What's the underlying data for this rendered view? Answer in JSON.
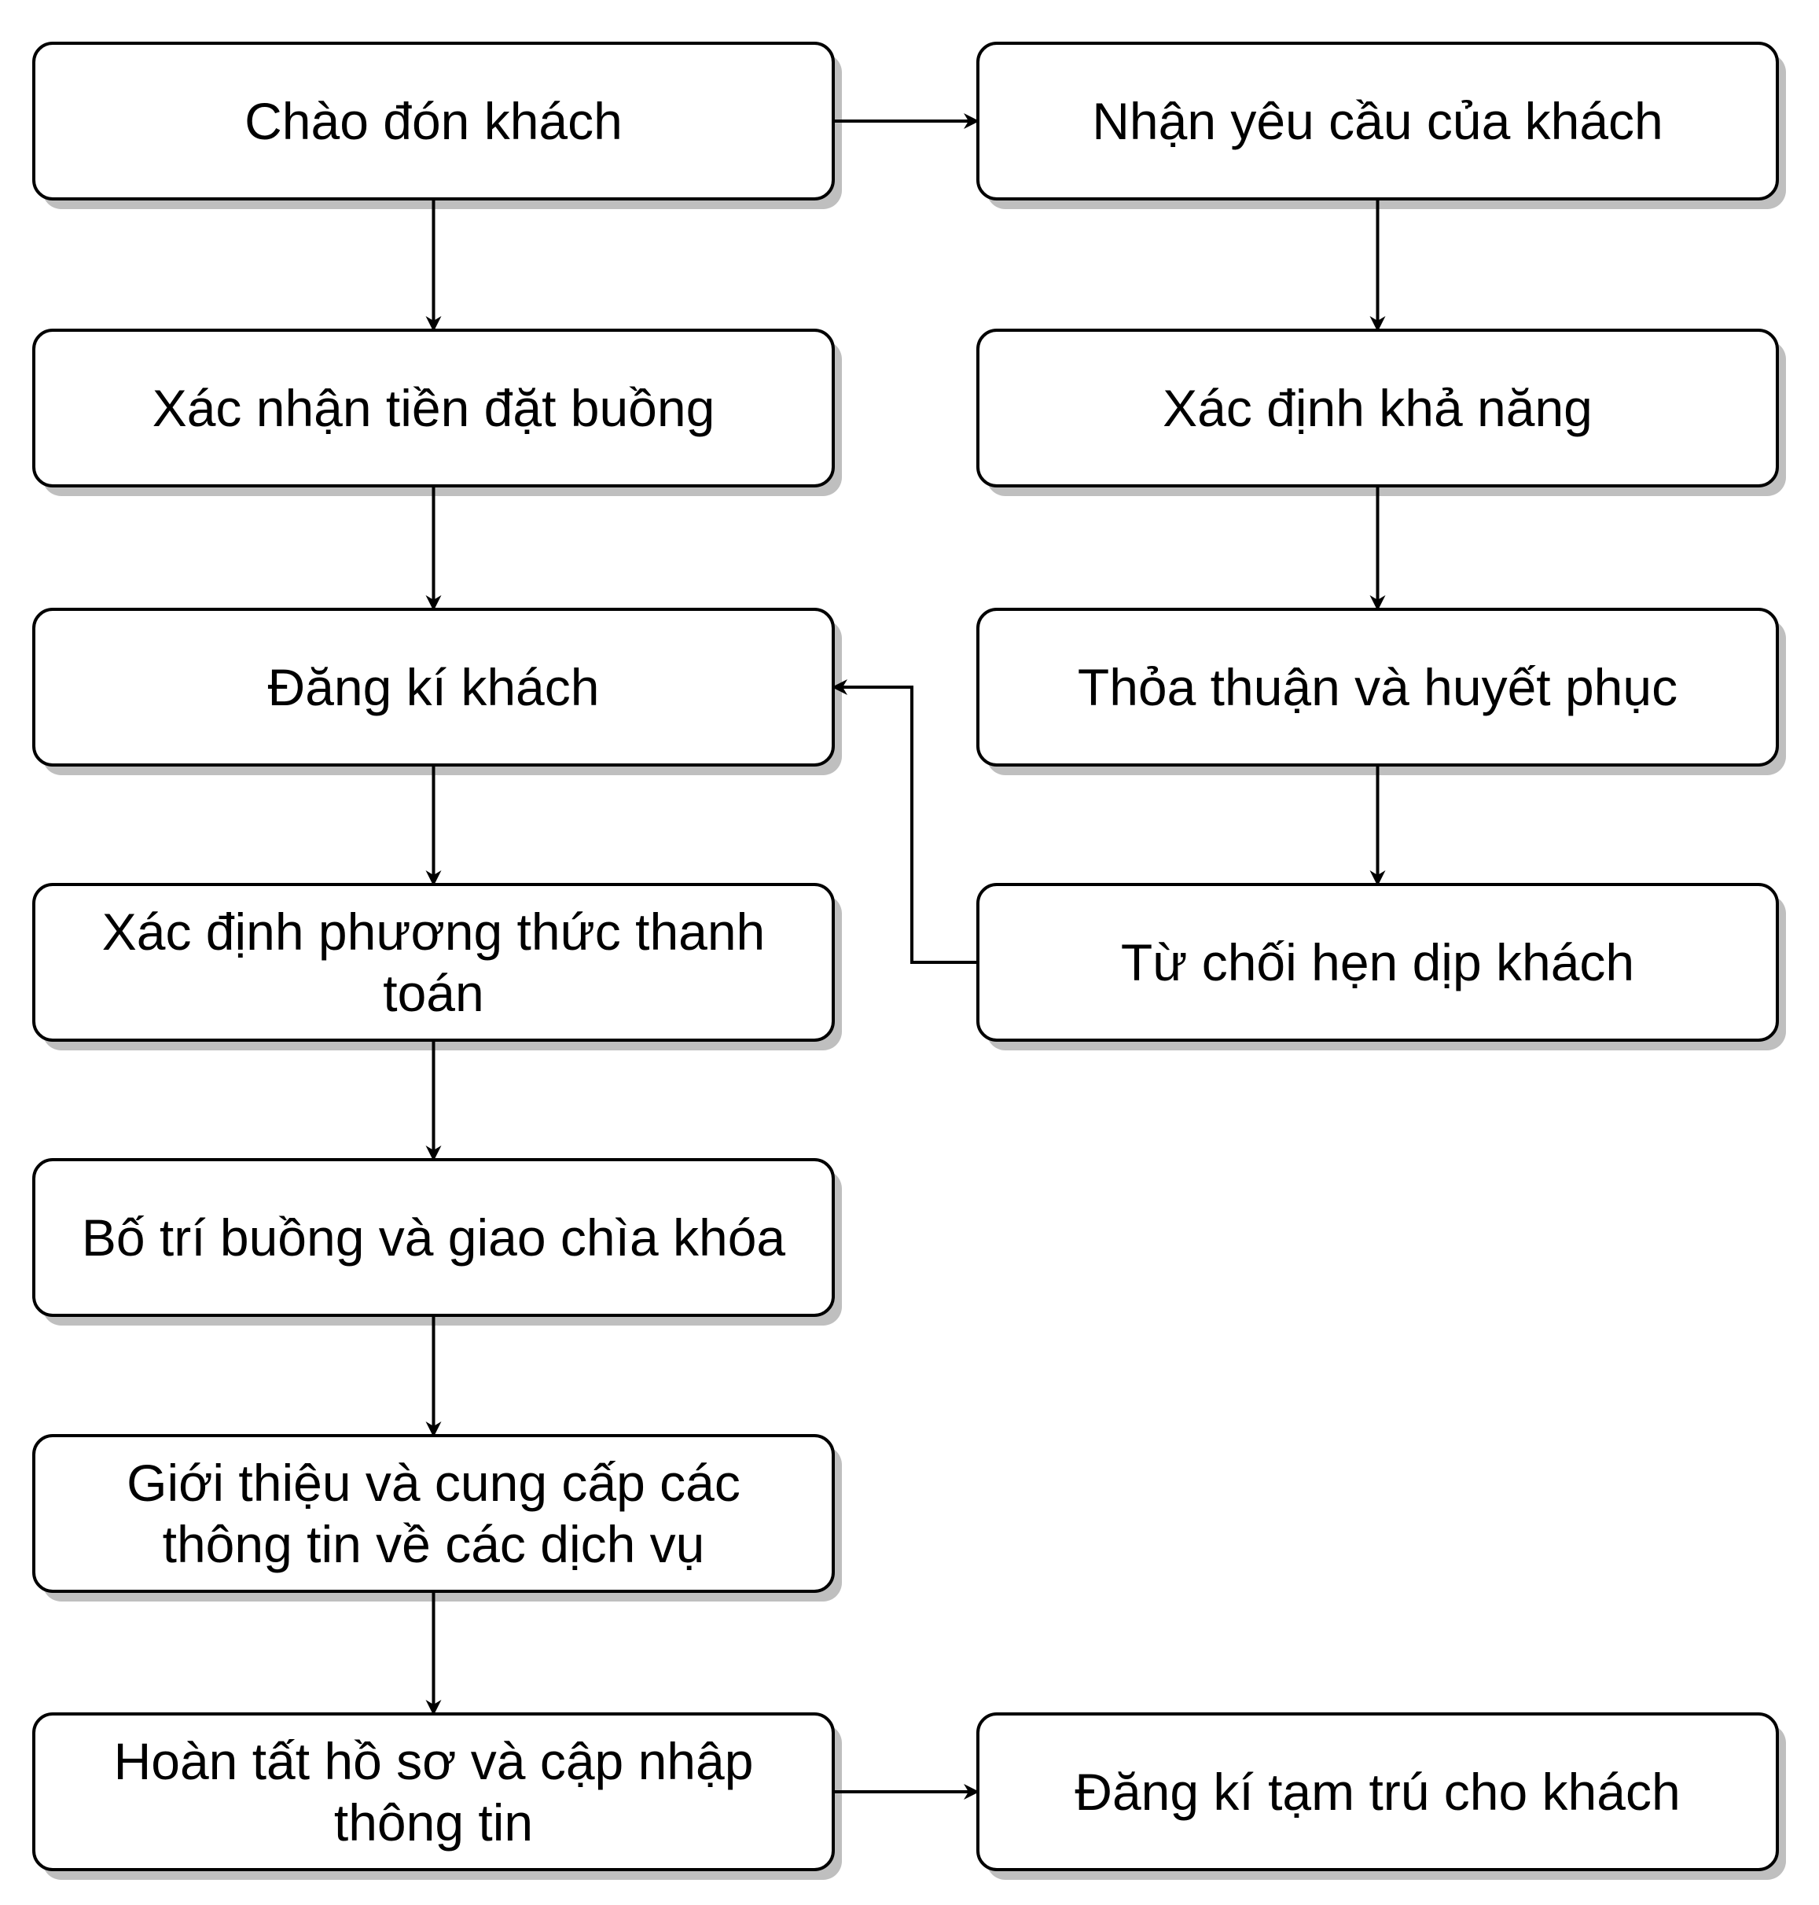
{
  "diagram": {
    "type": "flowchart",
    "colors": {
      "box_fill": "#ffffff",
      "box_stroke": "#000000",
      "shadow": "#bfbfbf",
      "edge": "#000000",
      "text": "#000000"
    },
    "nodes": [
      {
        "id": "n1",
        "lines": [
          "Chào đón khách"
        ]
      },
      {
        "id": "n2",
        "lines": [
          "Xác nhận tiền đặt buồng"
        ]
      },
      {
        "id": "n3",
        "lines": [
          "Đăng kí khách"
        ]
      },
      {
        "id": "n4",
        "lines": [
          "Xác định phương thức thanh",
          "toán"
        ]
      },
      {
        "id": "n5",
        "lines": [
          "Bố trí buồng và giao chìa khóa"
        ]
      },
      {
        "id": "n6",
        "lines": [
          "Giới thiệu và cung cấp các",
          "thông tin về các dịch vụ"
        ]
      },
      {
        "id": "n7",
        "lines": [
          "Hoàn tất hồ sơ và cập nhập",
          "thông tin"
        ]
      },
      {
        "id": "n8",
        "lines": [
          "Nhận yêu cầu của khách"
        ]
      },
      {
        "id": "n9",
        "lines": [
          "Xác định khả năng"
        ]
      },
      {
        "id": "n10",
        "lines": [
          "Thỏa thuận và huyết phục"
        ]
      },
      {
        "id": "n11",
        "lines": [
          "Từ chối hẹn dịp khách"
        ]
      },
      {
        "id": "n12",
        "lines": [
          "Đăng kí tạm trú cho khách"
        ]
      }
    ],
    "edges": [
      {
        "from": "n1",
        "to": "n8"
      },
      {
        "from": "n1",
        "to": "n2"
      },
      {
        "from": "n2",
        "to": "n3"
      },
      {
        "from": "n3",
        "to": "n4"
      },
      {
        "from": "n4",
        "to": "n5"
      },
      {
        "from": "n5",
        "to": "n6"
      },
      {
        "from": "n6",
        "to": "n7"
      },
      {
        "from": "n7",
        "to": "n12"
      },
      {
        "from": "n8",
        "to": "n9"
      },
      {
        "from": "n9",
        "to": "n10"
      },
      {
        "from": "n10",
        "to": "n11"
      },
      {
        "from": "n11",
        "to": "n3"
      }
    ]
  }
}
